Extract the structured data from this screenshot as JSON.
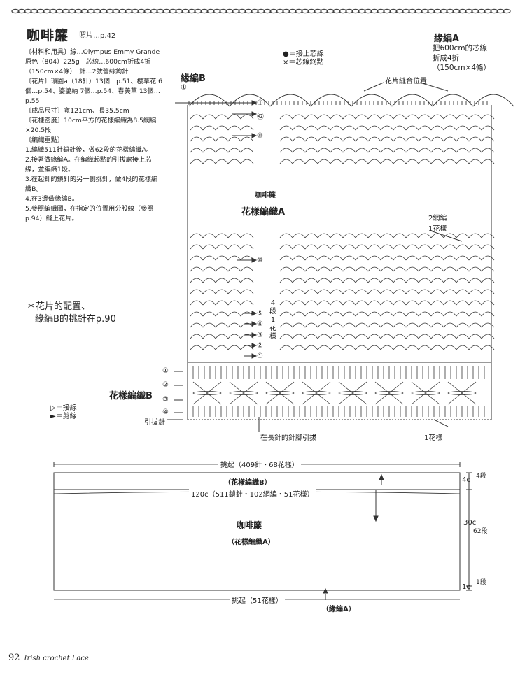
{
  "header": {
    "title": "咖啡簾",
    "photo_ref": "照片…p.42"
  },
  "materials": [
    "〔材料和用具〕線…Olympus Emmy Grande",
    "原色（804）225g　芯線…600cm折成4折",
    "（150cm×4條）　針…2號蕾絲鉤針",
    "〔花片〕環圈a（18針）13個…p.51、櫻草花 6",
    "個…p.54、婆婆納 7個…p.54、春美草 13個…",
    "p.55",
    "〔成品尺寸〕寬121cm、長35.5cm",
    "〔花樣密度〕10cm平方的花樣編織為8.5網編",
    "×20.5段",
    "〔編織重點〕",
    "1.編織511針鎖針後，做62段的花樣編織A。",
    "2.接著做緣編A。在編織起點的引拔處接上芯",
    "線，並編織1段。",
    "3.在起針的鎖針的另一側挑針，做4段的花樣編",
    "織B。",
    "4.在3邊做緣編B。",
    "5.參照編織圖，在指定的位置用分股線（參照",
    "p.94）縫上花片。"
  ],
  "legend_top": [
    "●＝接上芯線",
    "×＝芯線終點"
  ],
  "edging_a_note": {
    "title": "緣編A",
    "lines": [
      "把600cm的芯線",
      "折成4折",
      "（150cm×4條）"
    ]
  },
  "chart_labels": {
    "edging_b": "緣編B",
    "motif_position": "花片縫合位置",
    "curtain": "咖啡簾",
    "pattern_a": "花樣編織A",
    "pattern_b": "花樣編織B",
    "two_mesh": "2網編",
    "one_motif": "1花樣",
    "four_rows_one_motif": [
      "4",
      "段",
      "1",
      "花",
      "樣"
    ],
    "foundation": "引拔針",
    "long_stitch_note": "在長針的針腳引拔",
    "one_motif_bottom": "1花樣",
    "row_numbers_top": [
      "①",
      "㊷",
      "⑩"
    ],
    "row_numbers_mid": [
      "⑩",
      "⑤",
      "④",
      "③",
      "②",
      "①"
    ],
    "row_numbers_b": [
      "①",
      "②",
      "③",
      "④"
    ]
  },
  "side_note": [
    "＊花片的配置、",
    "緣編B的挑針在p.90"
  ],
  "legend_bottom": [
    "▷＝接線",
    "►＝剪線"
  ],
  "schematic": {
    "pickup_top": "挑起（409針・68花樣）",
    "pattern_b": "（花樣編織B）",
    "width": "120c（511鎖針・102網編・51花樣）",
    "name": "咖啡簾",
    "pattern_a": "（花樣編織A）",
    "pickup_bottom": "挑起（51花樣）",
    "edging_a": "（緣編A）",
    "dim_top": "4c",
    "dim_top_rows": "4段",
    "dim_mid": "30c",
    "dim_mid_rows": "62段",
    "dim_bot": "1c",
    "dim_bot_rows": "1段"
  },
  "footer": {
    "page": "92",
    "book": "Irish crochet Lace"
  }
}
